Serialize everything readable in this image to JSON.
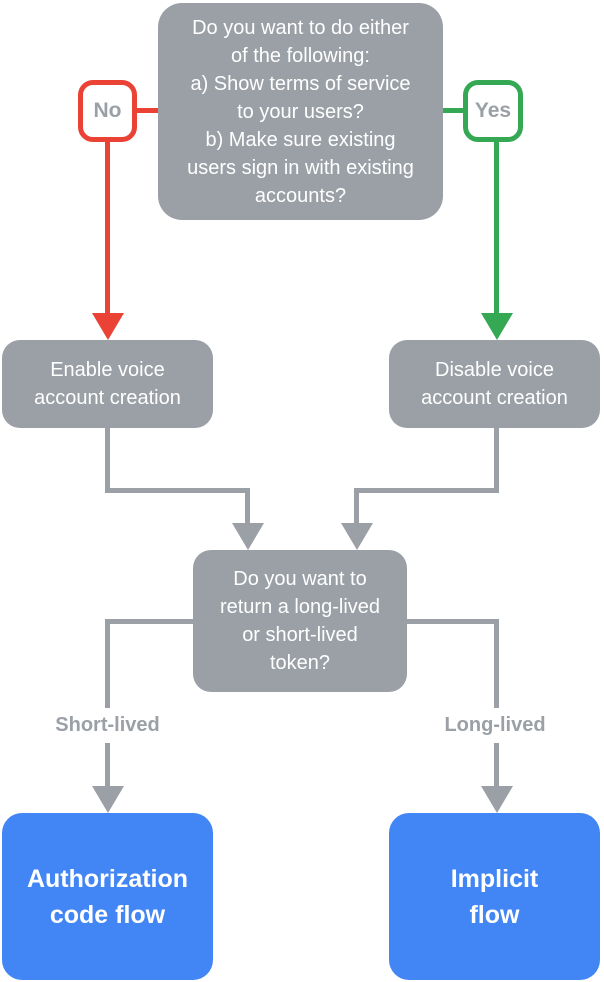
{
  "colors": {
    "box_gray": "#9AA0A6",
    "connector_gray": "#9AA0A6",
    "red": "#EA4335",
    "green": "#34A853",
    "blue": "#4285F4",
    "label_gray": "#9AA0A6",
    "white": "#FFFFFF"
  },
  "diagram": {
    "root": {
      "question": "Do you want to do either\nof the following:\na) Show terms of service\nto your users?\nb) Make sure existing\nusers sign in with existing\naccounts?"
    },
    "branches": {
      "no_label": "No",
      "yes_label": "Yes"
    },
    "nodes": {
      "enable_voice": "Enable voice\naccount creation",
      "disable_voice": "Disable voice\naccount creation",
      "token_question": "Do you want to\nreturn a long-lived\nor short-lived\ntoken?",
      "authorization_code_flow": "Authorization\ncode flow",
      "implicit_flow": "Implicit\nflow"
    },
    "edge_labels": {
      "short_lived": "Short-lived",
      "long_lived": "Long-lived"
    }
  }
}
